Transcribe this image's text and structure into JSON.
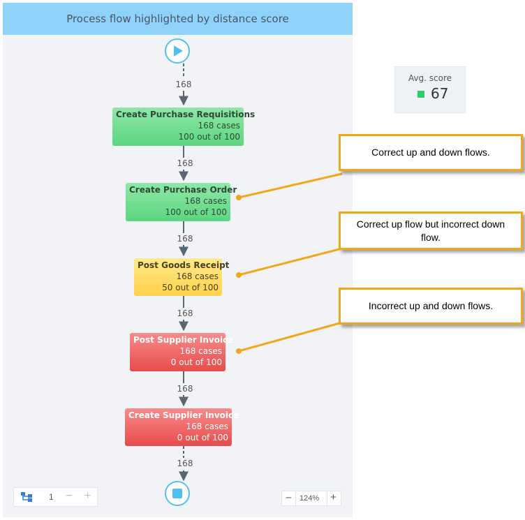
{
  "header": {
    "title": "Process flow highlighted by distance score"
  },
  "score": {
    "label": "Avg. score",
    "value": "67",
    "color": "#2ecc71"
  },
  "nodes": [
    {
      "title": "Create Purchase Requisitions",
      "cases": "168 cases",
      "score": "100 out of 100",
      "color": "green"
    },
    {
      "title": "Create Purchase Order",
      "cases": "168 cases",
      "score": "100 out of 100",
      "color": "green"
    },
    {
      "title": "Post Goods Receipt",
      "cases": "168 cases",
      "score": "50 out of 100",
      "color": "yellow"
    },
    {
      "title": "Post Supplier Invoice",
      "cases": "168 cases",
      "score": "0 out of 100",
      "color": "red"
    },
    {
      "title": "Create Supplier Invoice",
      "cases": "168 cases",
      "score": "0 out of 100",
      "color": "red"
    }
  ],
  "edges": [
    "168",
    "168",
    "168",
    "168",
    "168",
    "168"
  ],
  "callouts": [
    {
      "text": "Correct up and down flows."
    },
    {
      "text": "Correct up flow but incorrect down flow."
    },
    {
      "text": "Incorrect up and down flows."
    }
  ],
  "toolbar": {
    "level": "1",
    "minus": "−",
    "plus": "+"
  },
  "zoom": {
    "value": "124%",
    "minus": "−",
    "plus": "+"
  },
  "icons": {
    "start": "play-icon",
    "end": "stop-icon",
    "layout": "hierarchy-icon"
  },
  "colors": {
    "header": "#8fd3fb",
    "callout_border": "#f0a818",
    "green": "#5cd680",
    "yellow": "#ffd24c",
    "red": "#e84b4b"
  }
}
